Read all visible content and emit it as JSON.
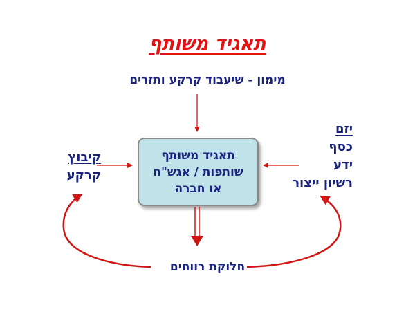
{
  "title": "תאגיד משותף",
  "subtitle": "מימון - שיעבוד קרקע ותזרים",
  "center_box": {
    "line1": "תאגיד משותף",
    "line2": "שותפות / אגש\"ח",
    "line3": "או חברה"
  },
  "left": {
    "heading": "קיבוץ",
    "item": "קרקע"
  },
  "right": {
    "heading": "יזם",
    "items": [
      "כסף",
      "ידע",
      "רשיון ייצור"
    ]
  },
  "bottom_label": "חלוקת רווחים",
  "colors": {
    "title": "#e01212",
    "text": "#1a237e",
    "arrow": "#d01515",
    "box_fill": "#bfe3e8"
  }
}
